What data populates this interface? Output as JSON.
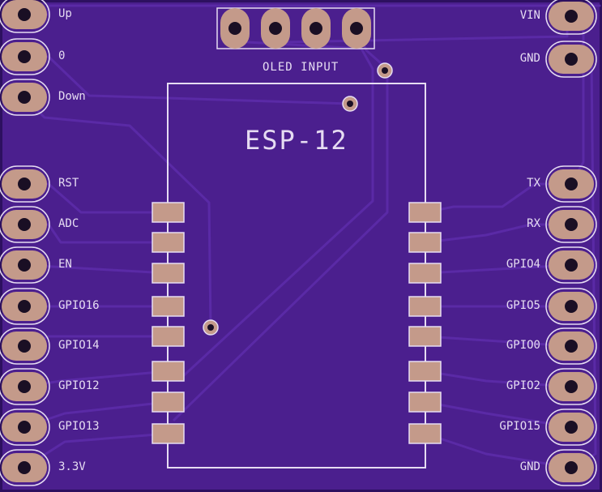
{
  "module_label": "ESP-12",
  "header_label": "OLED INPUT",
  "left_pins": [
    "Up",
    "0",
    "Down",
    "RST",
    "ADC",
    "EN",
    "GPIO16",
    "GPIO14",
    "GPIO12",
    "GPIO13",
    "3.3V"
  ],
  "right_pins": [
    "VIN",
    "GND",
    "TX",
    "RX",
    "GPIO4",
    "GPIO5",
    "GPIO0",
    "GPIO2",
    "GPIO15",
    "GND"
  ],
  "colors": {
    "board": "#4b1f8e",
    "edge": "#2d1060",
    "trace": "#5a2aa6",
    "copper": "#c49a8a",
    "silkscreen": "#e6dcf2",
    "drill": "#1a0f24"
  }
}
